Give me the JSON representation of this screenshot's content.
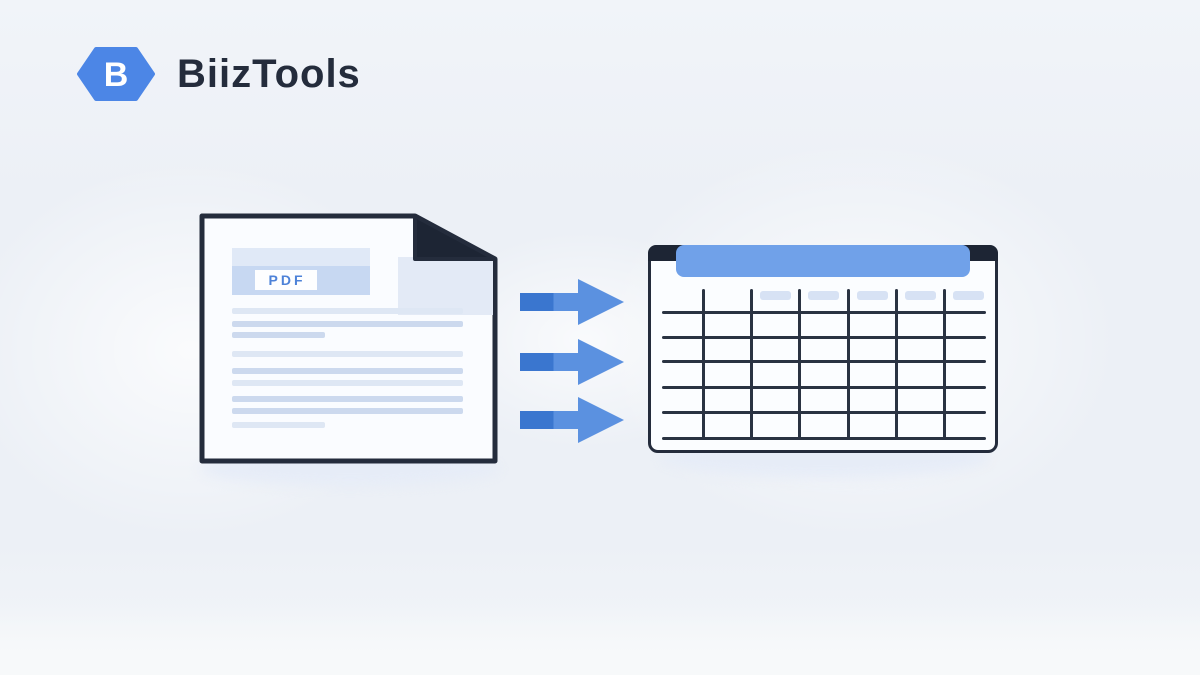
{
  "brand": {
    "name": "BiizTools",
    "logo_letter": "B",
    "logo_color": "#4c86e6",
    "wordmark_color": "#242c3c"
  },
  "document": {
    "badge_label": "PDF",
    "badge_text_color": "#4d82d8",
    "border_color": "#242c3c",
    "fold_color": "#1d2534",
    "paragraph1_lines": 3,
    "paragraph2_lines": 6
  },
  "arrows": {
    "count": 3,
    "direction": "right",
    "tail_color": "#3a76cf",
    "head_color": "#5b91e0"
  },
  "spreadsheet": {
    "columns": 7,
    "rows": 7,
    "header_color": "#70a1e9",
    "corner_color": "#1d2534",
    "grid_color": "#2a3342",
    "column_hint_count": 5
  },
  "background_color": "#edf1f7"
}
